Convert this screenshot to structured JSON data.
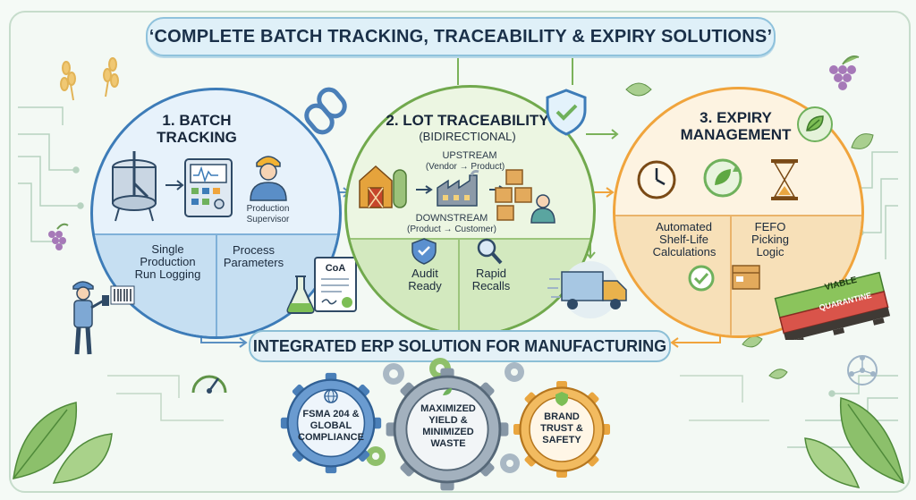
{
  "header": {
    "title": "‘COMPLETE BATCH TRACKING, TRACEABILITY & EXPIRY SOLUTIONS’"
  },
  "batch": {
    "heading_line1": "1. BATCH",
    "heading_line2": "TRACKING",
    "role_line1": "Production",
    "role_line2": "Supervisor",
    "item1_line1": "Single",
    "item1_line2": "Production",
    "item1_line3": "Run Logging",
    "item2_line1": "Process",
    "item2_line2": "Parameters"
  },
  "lot": {
    "heading": "2. LOT TRACEABILITY",
    "subheading": "(BIDIRECTIONAL)",
    "upstream": "UPSTREAM",
    "upstream_detail": "(Vendor → Product)",
    "downstream": "DOWNSTREAM",
    "downstream_detail": "(Product → Customer)",
    "item1_line1": "Audit",
    "item1_line2": "Ready",
    "item2_line1": "Rapid",
    "item2_line2": "Recalls"
  },
  "expiry": {
    "heading_line1": "3. EXPIRY",
    "heading_line2": "MANAGEMENT",
    "item1_line1": "Automated",
    "item1_line2": "Shelf-Life",
    "item1_line3": "Calculations",
    "item2_line1": "FEFO",
    "item2_line2": "Picking",
    "item2_line3": "Logic"
  },
  "document": {
    "label": "CoA"
  },
  "pallet": {
    "label1": "VIABLE",
    "label2": "QUARANTINE"
  },
  "erp": {
    "label": "INTEGRATED ERP SOLUTION FOR MANUFACTURING"
  },
  "outcomes": {
    "gear1_line1": "FSMA 204 &",
    "gear1_line2": "GLOBAL",
    "gear1_line3": "COMPLIANCE",
    "gear2_line1": "MAXIMIZED",
    "gear2_line2": "YIELD &",
    "gear2_line3": "MINIMIZED",
    "gear2_line4": "WASTE",
    "gear3_line1": "BRAND",
    "gear3_line2": "TRUST &",
    "gear3_line3": "SAFETY"
  },
  "colors": {
    "batch_blue": "#3d7cb8",
    "lot_green": "#71a94d",
    "expiry_orange": "#f0a43c",
    "title_bg": "#dff0f8"
  },
  "icons": [
    "wheat-icon",
    "grapes-icon",
    "leaf-icon",
    "chain-link-icon",
    "shield-check-icon",
    "mixing-tank-icon",
    "control-panel-icon",
    "worker-icon",
    "barcode-scanner-icon",
    "flask-icon",
    "document-icon",
    "barn-icon",
    "factory-icon",
    "boxes-icon",
    "person-icon",
    "magnifier-icon",
    "truck-icon",
    "clock-icon",
    "recycle-leaf-icon",
    "hourglass-icon",
    "check-circle-icon",
    "box-icon",
    "pallet-icon",
    "gauge-icon",
    "gear-icon",
    "globe-icon"
  ]
}
